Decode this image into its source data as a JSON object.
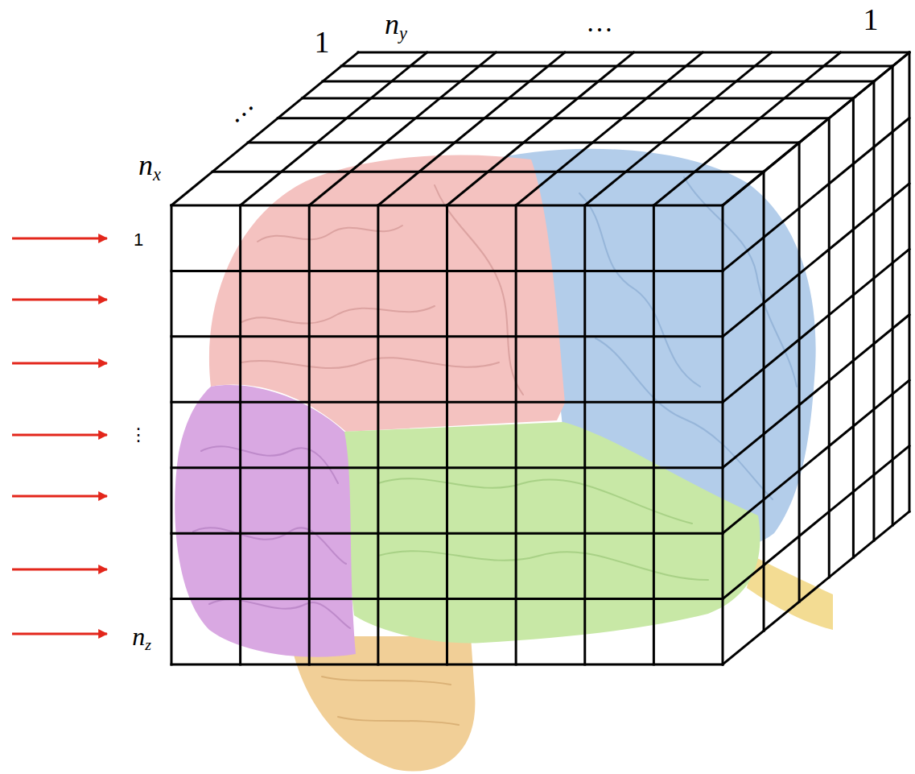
{
  "diagram": {
    "labels": [
      "1",
      "ny",
      "…",
      "1",
      "…",
      "nx",
      "1",
      "⋮",
      "nz"
    ]
  }
}
